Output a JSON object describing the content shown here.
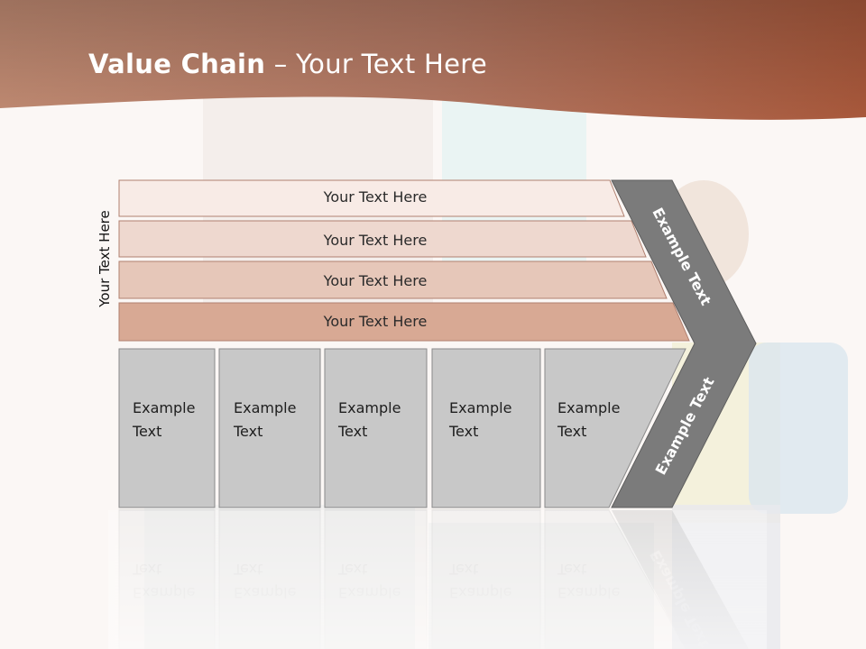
{
  "slide": {
    "title_bold": "Value Chain",
    "title_rest": " – Your Text Here",
    "side_label": "Your Text Here"
  },
  "bars": [
    {
      "label": "Your Text Here",
      "color": "#f8ebe6"
    },
    {
      "label": "Your Text Here",
      "color": "#eed8cf"
    },
    {
      "label": "Your Text Here",
      "color": "#e6c7b9"
    },
    {
      "label": "Your Text Here",
      "color": "#d8a994"
    }
  ],
  "boxes": [
    {
      "line1": "Example",
      "line2": "Text"
    },
    {
      "line1": "Example",
      "line2": "Text"
    },
    {
      "line1": "Example",
      "line2": "Text"
    },
    {
      "line1": "Example",
      "line2": "Text"
    },
    {
      "line1": "Example",
      "line2": "Text"
    }
  ],
  "chevron": {
    "upper_label": "Example Text",
    "lower_label": "Example Text",
    "color": "#7b7b7b"
  },
  "colors": {
    "header": "#b07058",
    "box_fill": "#c8c8c8",
    "background": "#fbf7f5"
  }
}
